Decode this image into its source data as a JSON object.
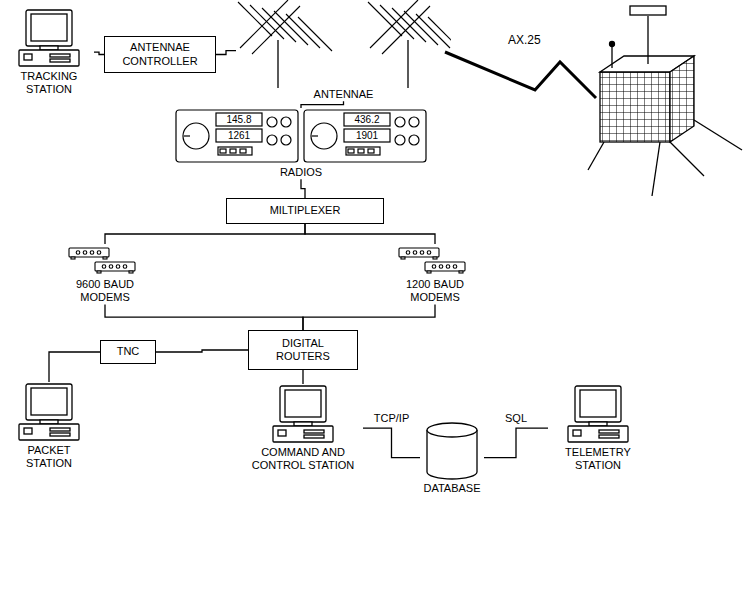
{
  "diagram": {
    "nodes": [
      {
        "text": [
          "TRACKING STATION"
        ]
      },
      {
        "text": [
          "ANTENNAE CONTROLLER"
        ]
      },
      {
        "text": [
          "ANTENNAE"
        ]
      },
      {
        "text": [
          "145.8",
          "1261",
          "436.2",
          "1901",
          "RADIOS"
        ]
      },
      {
        "text": [
          "MILTIPLEXER"
        ]
      },
      {
        "text": [
          "9600 BAUD MODEMS"
        ]
      },
      {
        "text": [
          "1200 BAUD MODEMS"
        ]
      },
      {
        "text": [
          "DIGITAL ROUTERS"
        ]
      },
      {
        "text": [
          "TNC"
        ]
      },
      {
        "text": [
          "PACKET STATION"
        ]
      },
      {
        "text": [
          "COMMAND AND CONTROL STATION"
        ]
      },
      {
        "text": [
          "DATABASE"
        ]
      },
      {
        "text": [
          "TELEMETRY STATION"
        ]
      }
    ],
    "edges": [
      {
        "from": 0,
        "to": 1,
        "arrow": "none"
      },
      {
        "from": 1,
        "to": 2,
        "arrow": "none"
      },
      {
        "from": 2,
        "to": 3,
        "arrow": "none"
      },
      {
        "from": 3,
        "to": 4,
        "arrow": "none"
      },
      {
        "from": 4,
        "to": 5,
        "arrow": "none"
      },
      {
        "from": 4,
        "to": 6,
        "arrow": "none"
      },
      {
        "from": 5,
        "to": 7,
        "arrow": "none"
      },
      {
        "from": 6,
        "to": 7,
        "arrow": "none"
      },
      {
        "from": 8,
        "to": 7,
        "arrow": "none"
      },
      {
        "from": 9,
        "to": 8,
        "arrow": "none"
      },
      {
        "from": 7,
        "to": 10,
        "arrow": "none"
      },
      {
        "from": 10,
        "to": 11,
        "label": "TCP/IP",
        "arrow": "none"
      },
      {
        "from": 11,
        "to": 12,
        "label": "SQL",
        "arrow": "none"
      }
    ],
    "labels": [
      "AX.25"
    ]
  }
}
